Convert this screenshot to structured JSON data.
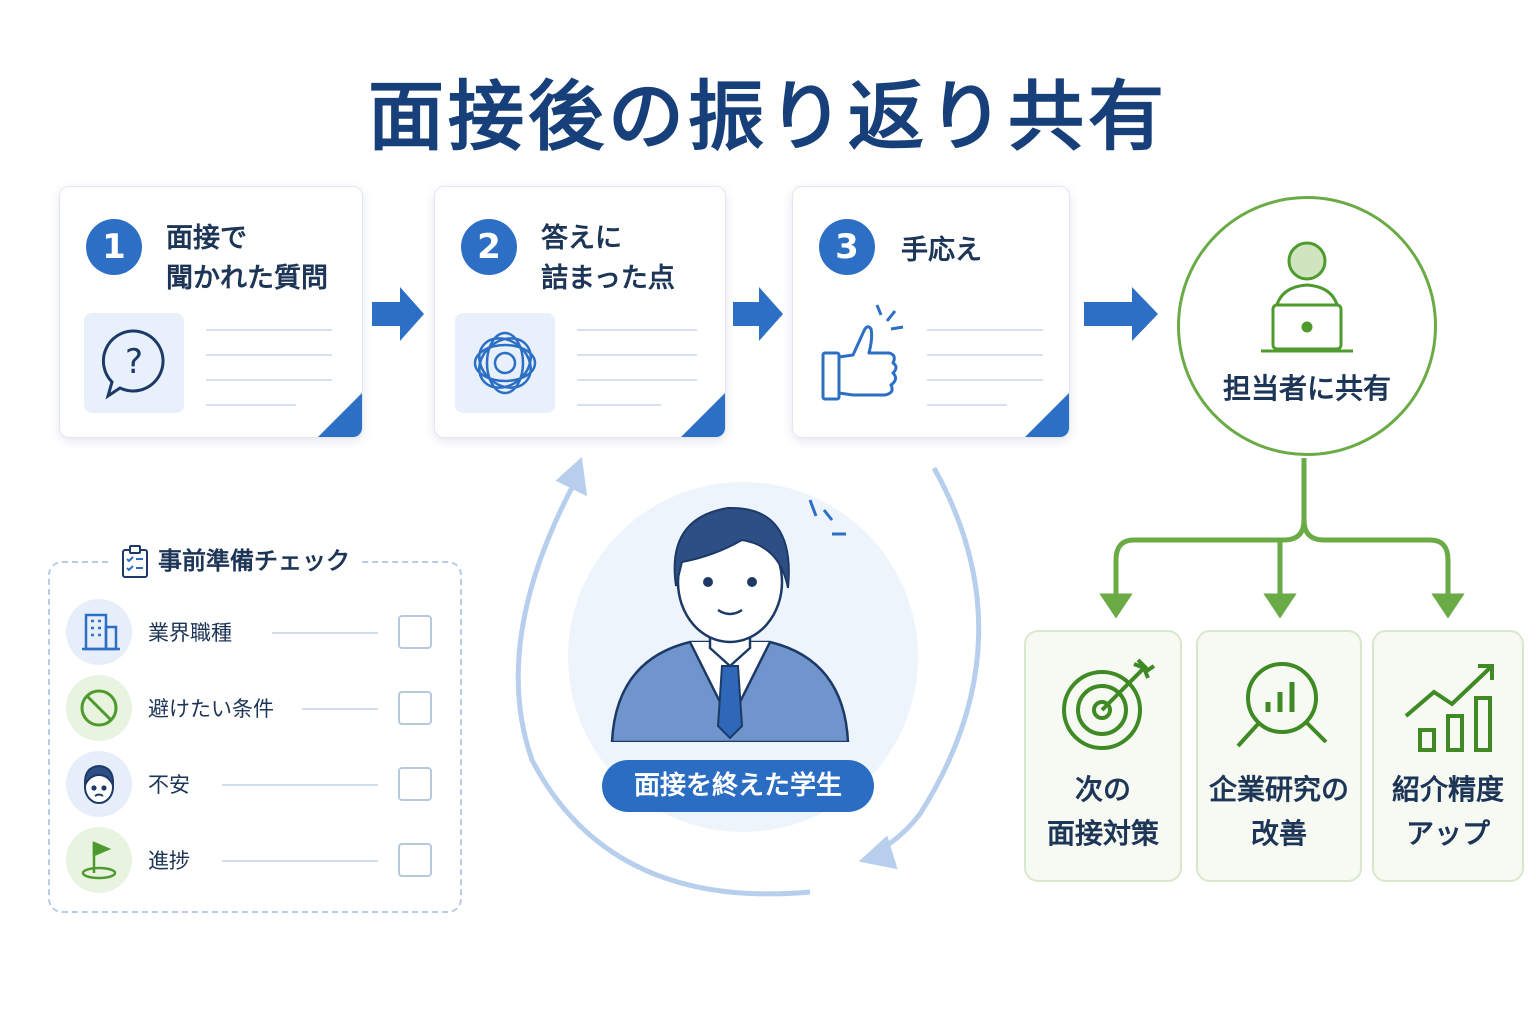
{
  "title": "面接後の振り返り共有",
  "steps": [
    {
      "num": "1",
      "label": "面接で\n聞かれた質問",
      "icon": "question-bubble-icon"
    },
    {
      "num": "2",
      "label": "答えに\n詰まった点",
      "icon": "tangled-thread-icon"
    },
    {
      "num": "3",
      "label": "手応え",
      "icon": "thumbs-up-icon"
    }
  ],
  "share": {
    "label": "担当者に共有",
    "icon": "person-laptop-icon"
  },
  "benefits": [
    {
      "label": "次の\n面接対策",
      "icon": "target-arrow-icon"
    },
    {
      "label": "企業研究の\n改善",
      "icon": "magnifier-chart-icon"
    },
    {
      "label": "紹介精度\nアップ",
      "icon": "growth-chart-icon"
    }
  ],
  "checklist": {
    "title": "事前準備チェック",
    "items": [
      {
        "label": "業界職種",
        "icon": "building-icon"
      },
      {
        "label": "避けたい条件",
        "icon": "prohibited-icon"
      },
      {
        "label": "不安",
        "icon": "worried-face-icon"
      },
      {
        "label": "進捗",
        "icon": "golf-flag-icon"
      }
    ]
  },
  "student": {
    "label": "面接を終えた学生",
    "icon": "student-avatar-icon"
  },
  "colors": {
    "blue": "#2d6fc4",
    "navy": "#173f7a",
    "green": "#6aab46"
  }
}
